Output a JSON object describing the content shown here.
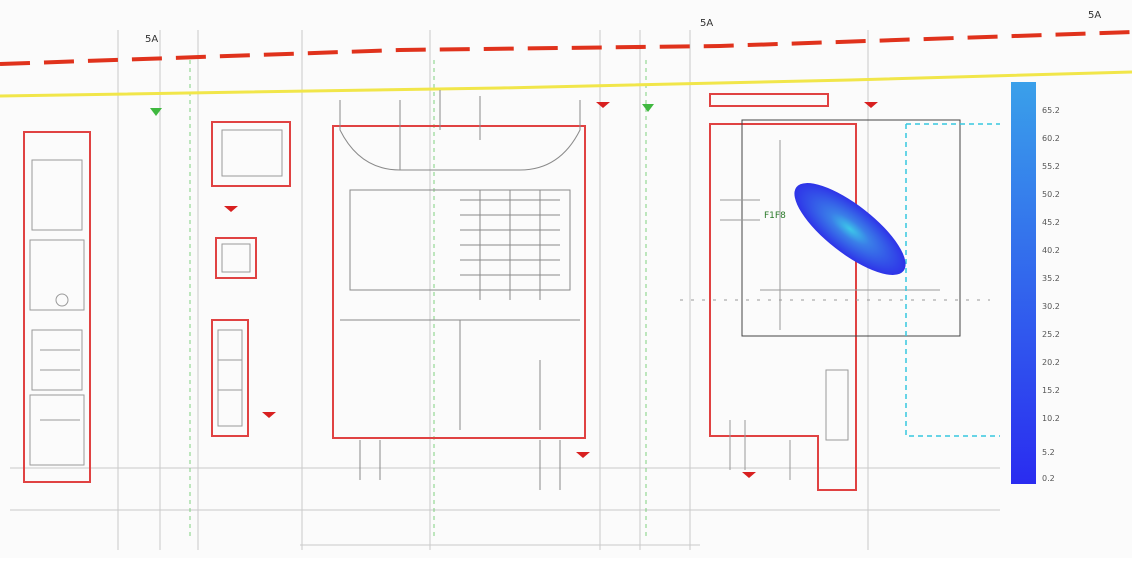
{
  "top_labels": [
    "5A",
    "5A",
    "5A"
  ],
  "highlighted_region_label": "F1F8",
  "colorbar": {
    "ticks": [
      "65.2",
      "60.2",
      "55.2",
      "50.2",
      "45.2",
      "40.2",
      "35.2",
      "30.2",
      "25.2",
      "20.2",
      "15.2",
      "10.2",
      "5.2",
      "0.2"
    ],
    "color_top": "#3aa0ea",
    "color_bottom": "#2a2cf0"
  },
  "colors": {
    "power_line": "#e0321c",
    "yellow_line": "#f1e64a",
    "zone_box": "#e04242",
    "cyan_dash": "#36c8e0",
    "drawing_line": "#8a8a8a",
    "hotspot_outer": "#2e33e8",
    "hotspot_inner": "#3cc8e8"
  },
  "icons": [
    "arrow-icon",
    "arrow-icon",
    "arrow-icon",
    "arrow-icon",
    "arrow-icon",
    "arrow-icon",
    "arrow-icon",
    "arrow-icon"
  ]
}
